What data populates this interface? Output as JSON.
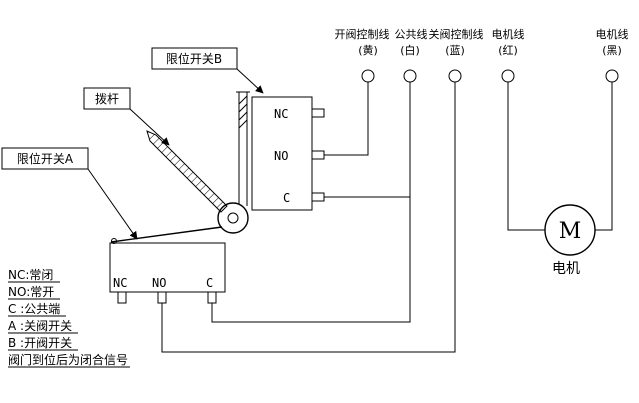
{
  "colors": {
    "line": "#000000",
    "background": "#ffffff"
  },
  "terminals": [
    {
      "name": "开阀控制线",
      "color": "(黄)"
    },
    {
      "name": "公共线",
      "color": "(白)"
    },
    {
      "name": "关阀控制线",
      "color": "(蓝)"
    },
    {
      "name": "电机线",
      "color": "(红)"
    },
    {
      "name": "电机线",
      "color": "(黑)"
    }
  ],
  "callouts": {
    "switch_b": "限位开关B",
    "lever": "拨杆",
    "switch_a": "限位开关A"
  },
  "switch_b": {
    "pin_nc": "NC",
    "pin_no": "NO",
    "pin_c": "C"
  },
  "switch_a": {
    "pin_nc": "NC",
    "pin_no": "NO",
    "pin_c": "C"
  },
  "motor": {
    "symbol": "M",
    "label": "电机"
  },
  "legend": [
    "NC:常闭",
    "NO:常开",
    "C :公共端",
    "A :关阀开关",
    "B :开阀开关",
    "阀门到位后为闭合信号"
  ]
}
